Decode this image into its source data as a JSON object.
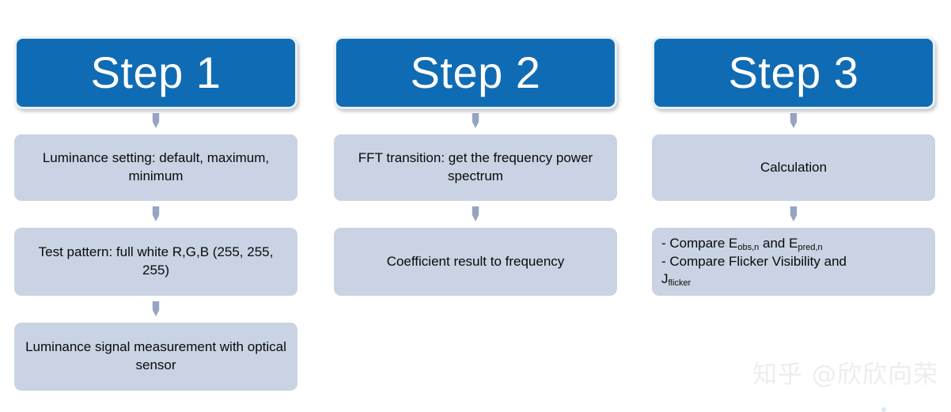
{
  "diagram": {
    "title": "Flicker measurement three-step process flowchart",
    "colors": {
      "header_blue": "#0F6CB4",
      "header_border": "#E9EFF6",
      "box_fill": "#C9D3E3",
      "arrow": "#8496B4",
      "text": "#0A0A0A",
      "watermark": "#EDEDEF",
      "background": "#FFFFFF"
    },
    "columns": [
      {
        "id": "step-1",
        "header": "Step 1",
        "steps": [
          {
            "id": "luminance-setting",
            "text": "Luminance setting: default, maximum, minimum",
            "align": "center"
          },
          {
            "id": "test-pattern",
            "text": "Test pattern: full white R,G,B (255, 255, 255)",
            "align": "center"
          },
          {
            "id": "luminance-signal",
            "text": "Luminance signal measurement with optical sensor",
            "align": "center"
          }
        ]
      },
      {
        "id": "step-2",
        "header": "Step 2",
        "steps": [
          {
            "id": "fft-transition",
            "text": "FFT transition: get the frequency power spectrum",
            "align": "center"
          },
          {
            "id": "coefficient-result",
            "text": "Coefficient result to frequency",
            "align": "center"
          }
        ]
      },
      {
        "id": "step-3",
        "header": "Step 3",
        "steps": [
          {
            "id": "calculation",
            "text": "Calculation",
            "align": "center"
          },
          {
            "id": "compare-metrics",
            "align": "left",
            "lines": [
              {
                "parts": [
                  {
                    "t": "- Compare E"
                  },
                  {
                    "t": "obs,n",
                    "sub": true
                  },
                  {
                    "t": " and E"
                  },
                  {
                    "t": "pred,n",
                    "sub": true
                  }
                ]
              },
              {
                "parts": [
                  {
                    "t": "- Compare Flicker Visibility and"
                  }
                ]
              },
              {
                "parts": [
                  {
                    "t": "J"
                  },
                  {
                    "t": "flicker",
                    "sub": true
                  }
                ]
              }
            ]
          }
        ]
      }
    ],
    "watermark": "知乎 @欣欣向荣"
  }
}
